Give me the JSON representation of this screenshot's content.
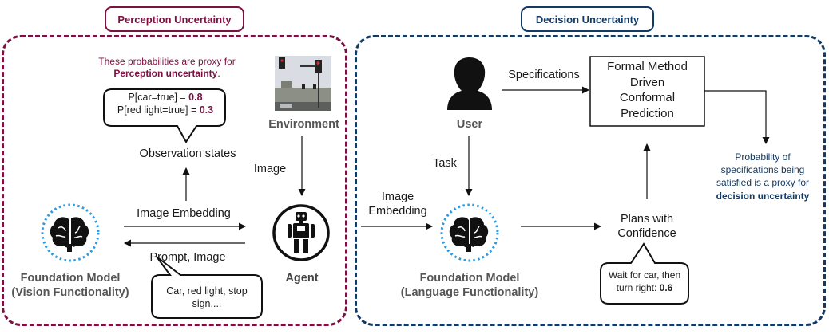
{
  "perception": {
    "tag": "Perception Uncertainty",
    "note_line1": "These probabilities are proxy for",
    "note_line2": "Perception uncertainty",
    "note_period": ".",
    "prob1_text": "P[car=true] = ",
    "prob1_val": "0.8",
    "prob2_text": "P[red light=true] = ",
    "prob2_val": "0.3",
    "prob_more": "...",
    "observation": "Observation states",
    "environment": "Environment",
    "image": "Image",
    "image_embedding": "Image Embedding",
    "prompt_image": "Prompt, Image",
    "agent": "Agent",
    "fm_line1": "Foundation Model",
    "fm_line2": "(Vision Functionality)",
    "prompt_line1": "Car, red light, stop",
    "prompt_line2": "sign,..."
  },
  "decision": {
    "tag": "Decision Uncertainty",
    "specifications": "Specifications",
    "user": "User",
    "task": "Task",
    "image_embedding_line1": "Image",
    "image_embedding_line2": "Embedding",
    "formal_line1": "Formal Method",
    "formal_line2": "Driven",
    "formal_line3": "Conformal",
    "formal_line4": "Prediction",
    "plans_line1": "Plans with",
    "plans_line2": "Confidence",
    "fm_line1": "Foundation Model",
    "fm_line2": "(Language Functionality)",
    "prob_line1": "Probability of",
    "prob_line2": "specifications being",
    "prob_line3": "satisfied is a proxy for",
    "prob_line4": "decision uncertainty",
    "wait_line1": "Wait for car, then",
    "wait_line2": "turn right: ",
    "wait_val": "0.6"
  },
  "colors": {
    "perception": "#7a1140",
    "decision": "#143a63",
    "dotted_ring": "#2d9be0"
  },
  "icons": [
    "brain-icon",
    "robot-icon",
    "user-silhouette-icon",
    "traffic-light-photo"
  ]
}
